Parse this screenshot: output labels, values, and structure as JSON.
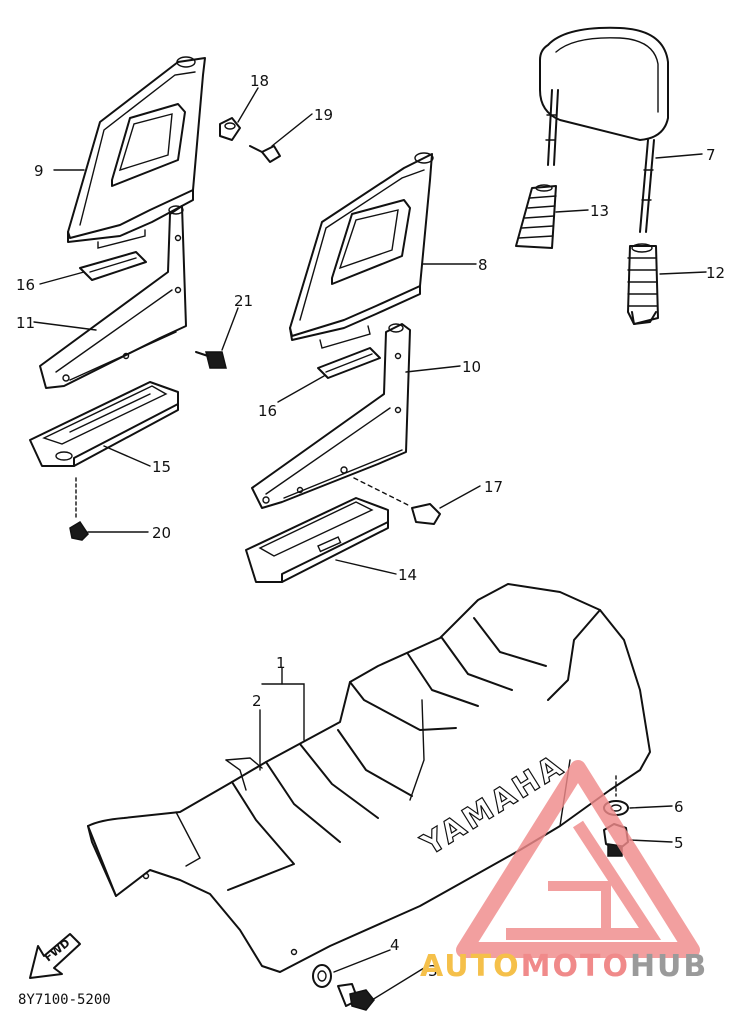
{
  "diagram": {
    "callouts": [
      {
        "id": "c1",
        "label": "1"
      },
      {
        "id": "c2",
        "label": "2"
      },
      {
        "id": "c3",
        "label": "3"
      },
      {
        "id": "c4",
        "label": "4"
      },
      {
        "id": "c5",
        "label": "5"
      },
      {
        "id": "c6",
        "label": "6"
      },
      {
        "id": "c7",
        "label": "7"
      },
      {
        "id": "c8",
        "label": "8"
      },
      {
        "id": "c9",
        "label": "9"
      },
      {
        "id": "c10",
        "label": "10"
      },
      {
        "id": "c11",
        "label": "11"
      },
      {
        "id": "c12",
        "label": "12"
      },
      {
        "id": "c13",
        "label": "13"
      },
      {
        "id": "c14",
        "label": "14"
      },
      {
        "id": "c15",
        "label": "15"
      },
      {
        "id": "c16a",
        "label": "16"
      },
      {
        "id": "c16b",
        "label": "16"
      },
      {
        "id": "c17",
        "label": "17"
      },
      {
        "id": "c18",
        "label": "18"
      },
      {
        "id": "c19",
        "label": "19"
      },
      {
        "id": "c20",
        "label": "20"
      },
      {
        "id": "c21",
        "label": "21"
      }
    ],
    "seat_brand": "YAMAHA",
    "fwd_label": "FWD",
    "diagram_code": "8Y7100-5200"
  },
  "watermark": {
    "part1": "AUTO",
    "part2": "MOTO",
    "part3": "HUB",
    "color_primary": "#f08a8a",
    "color_secondary": "#f5c04a",
    "color_tertiary": "#9a9a9a"
  }
}
